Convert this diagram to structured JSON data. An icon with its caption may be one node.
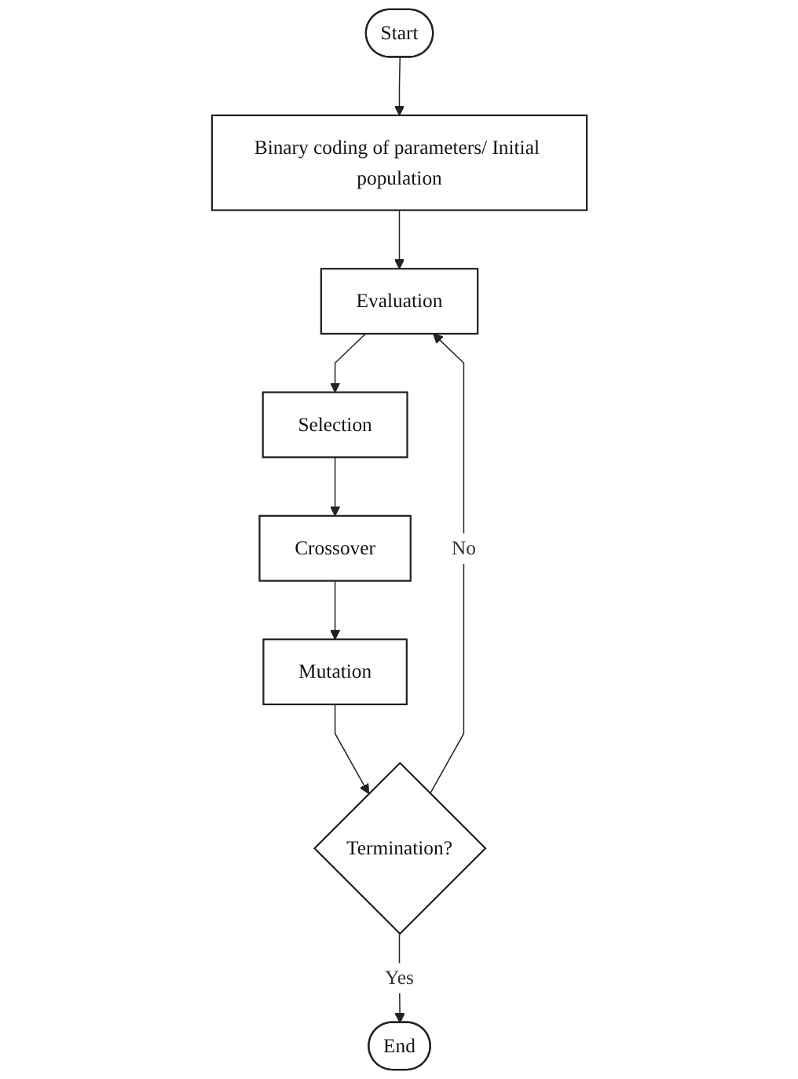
{
  "diagram": {
    "nodes": [
      {
        "text": [
          "Start"
        ]
      },
      {
        "text": [
          "Binary coding of parameters/ Initial population"
        ]
      },
      {
        "text": [
          "Evaluation"
        ]
      },
      {
        "text": [
          "Selection"
        ]
      },
      {
        "text": [
          "Crossover"
        ]
      },
      {
        "text": [
          "Mutation"
        ]
      },
      {
        "text": [
          "Termination?"
        ]
      },
      {
        "text": [
          "End"
        ]
      }
    ],
    "edges": [
      {
        "from": 0,
        "to": 1,
        "arrow": "to"
      },
      {
        "from": 1,
        "to": 2,
        "arrow": "to"
      },
      {
        "from": 2,
        "to": 3,
        "arrow": "to"
      },
      {
        "from": 3,
        "to": 4,
        "arrow": "to"
      },
      {
        "from": 4,
        "to": 5,
        "arrow": "to"
      },
      {
        "from": 5,
        "to": 6,
        "arrow": "to"
      },
      {
        "from": 6,
        "to": 2,
        "label": "No",
        "arrow": "to"
      },
      {
        "from": 6,
        "to": 7,
        "label": "Yes",
        "arrow": "to"
      }
    ]
  }
}
